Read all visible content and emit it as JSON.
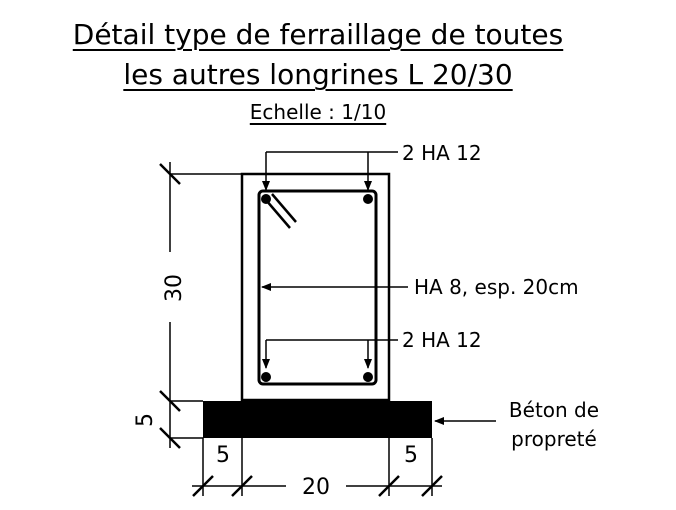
{
  "title": {
    "line1": "Détail type de ferraillage de toutes",
    "line2": "les autres longrines L 20/30",
    "scale": "Echelle : 1/10"
  },
  "labels": {
    "top_bars": "2 HA 12",
    "stirrups": "HA 8, esp. 20cm",
    "bottom_bars": "2 HA 12",
    "lean_concrete_line1": "Béton de",
    "lean_concrete_line2": "propreté"
  },
  "dimensions": {
    "height": "30",
    "lean_thickness": "5",
    "left_overhang": "5",
    "right_overhang": "5",
    "width": "20"
  }
}
